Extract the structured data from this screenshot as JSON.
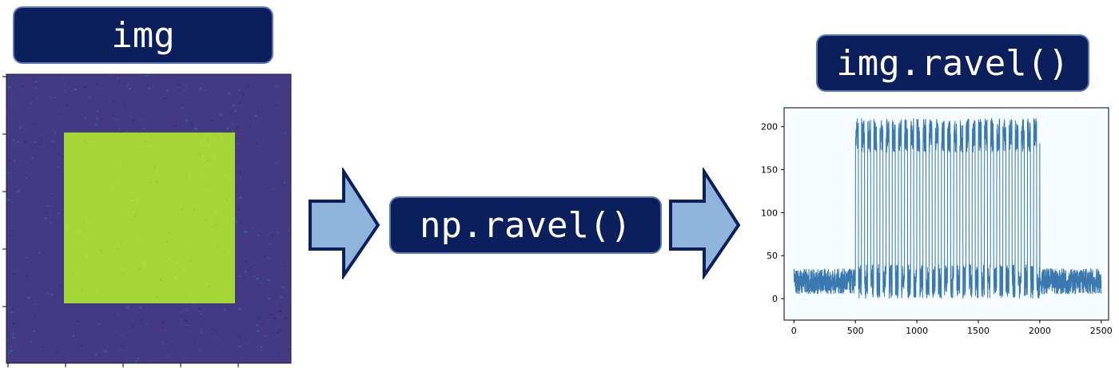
{
  "labels": {
    "input": "img",
    "operation": "np.ravel()",
    "output": "img.ravel()"
  },
  "colors": {
    "label_bg": "#0a1f5c",
    "label_border": "#5a78b8",
    "arrow_fill": "#8fb4dc",
    "arrow_stroke": "#0a1f5c",
    "image_background": "#443983",
    "image_square": "#a6d636",
    "line": "#3a78b0",
    "plot_bg": "#f5fbff"
  },
  "icons": {
    "arrow1": "right-arrow-icon",
    "arrow2": "right-arrow-icon"
  },
  "image_panel": {
    "background_level": 20,
    "square_level": 180,
    "noise": "speckle"
  },
  "chart_data": {
    "type": "line",
    "title": "",
    "xlabel": "",
    "ylabel": "",
    "xlim": [
      -80,
      2560
    ],
    "ylim": [
      -25,
      222
    ],
    "xticks": [
      0,
      500,
      1000,
      1500,
      2000,
      2500
    ],
    "yticks": [
      0,
      50,
      100,
      150,
      200
    ],
    "grid": false,
    "series": [
      {
        "segments": [
          {
            "x_start": 0,
            "x_end": 500,
            "level": "low",
            "mean": 20,
            "spread": 15
          },
          {
            "x_start": 500,
            "x_end": 2000,
            "level": "alternating",
            "low_mean": 20,
            "high_mean": 190,
            "period": 50
          },
          {
            "x_start": 2000,
            "x_end": 2500,
            "level": "low",
            "mean": 20,
            "spread": 15
          }
        ]
      }
    ]
  }
}
